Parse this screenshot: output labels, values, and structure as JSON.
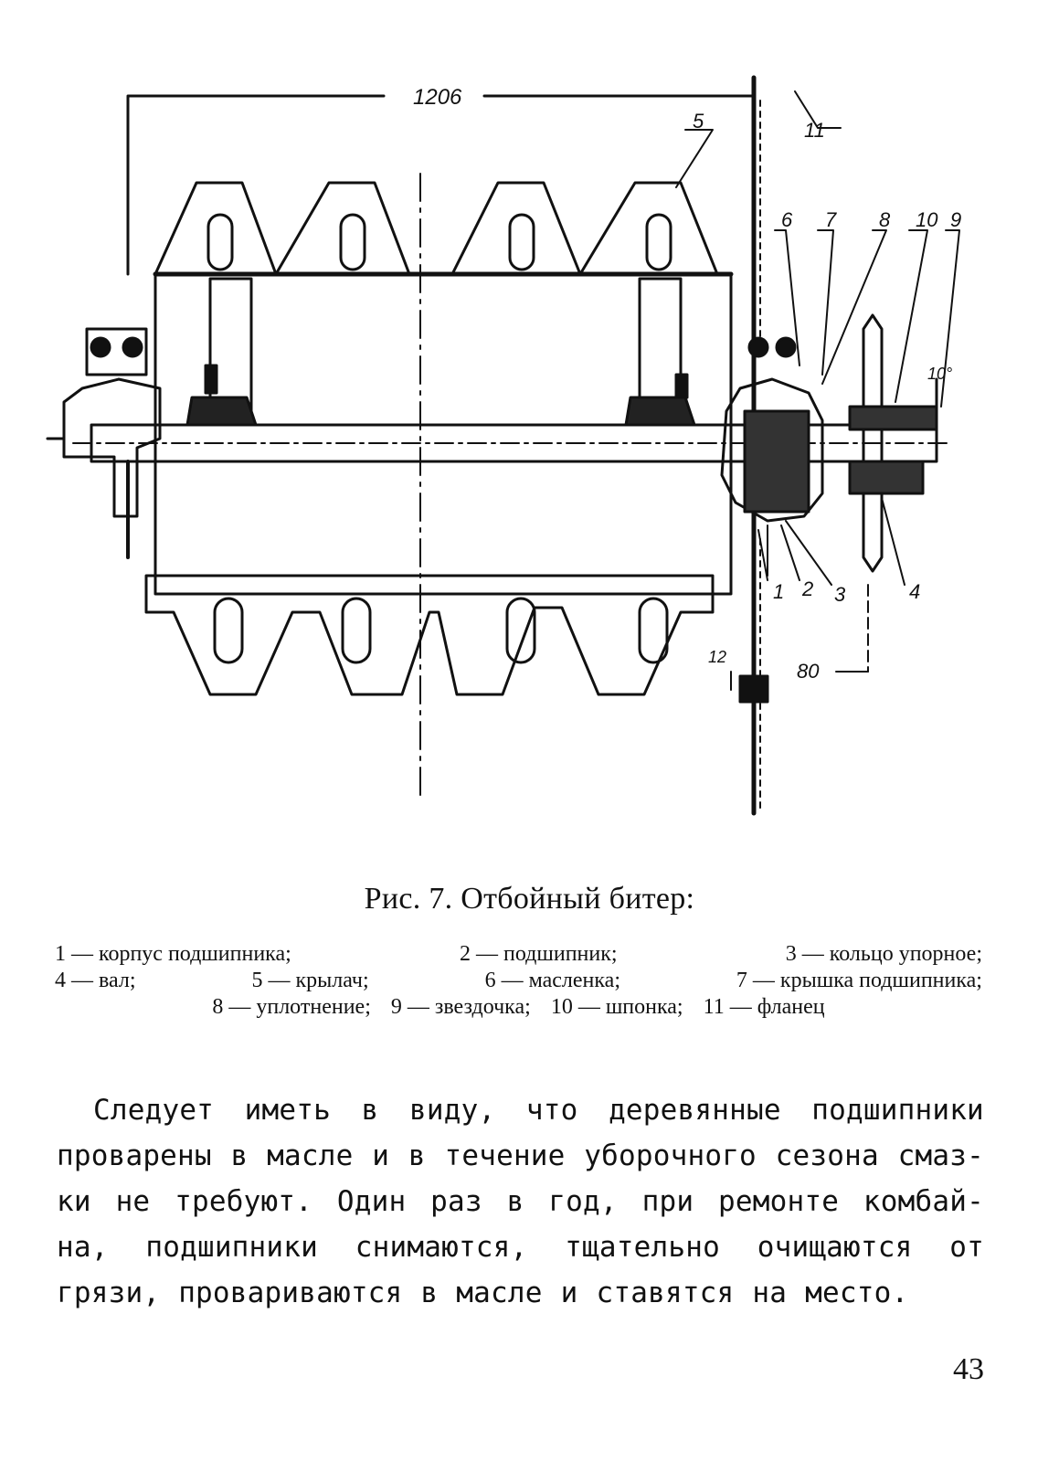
{
  "figure": {
    "dimension_overall": "1206",
    "dimension_flange_gap": "12",
    "dimension_sprocket_offset": "80",
    "dimension_key": "10°",
    "callouts": [
      "1",
      "2",
      "3",
      "4",
      "5",
      "6",
      "7",
      "8",
      "9",
      "10",
      "11"
    ]
  },
  "caption": {
    "title": "Рис. 7. Отбойный битер:",
    "legend_lines": [
      [
        "1 — корпус подшипника;",
        "2 — подшипник;",
        "3 — кольцо упорное;"
      ],
      [
        "4 — вал;",
        "5 — крылач;",
        "6 — масленка;",
        "7 — крышка подшипника;"
      ],
      [
        "8 — уплотнение;",
        "9 — звездочка;",
        "10 — шпонка;",
        "11 — фланец"
      ]
    ]
  },
  "body": {
    "lines": [
      [
        "Следует",
        "иметь",
        "в",
        "виду,",
        "что",
        "деревянные",
        "подшипники"
      ],
      [
        "проварены",
        "в",
        "масле",
        "и",
        "в",
        "течение",
        "уборочного",
        "сезона",
        "смаз-"
      ],
      [
        "ки",
        "не",
        "требуют.",
        "Один",
        "раз",
        "в",
        "год,",
        "при",
        "ремонте",
        "комбай-"
      ],
      [
        "на,",
        "подшипники",
        "снимаются,",
        "тщательно",
        "очищаются",
        "от"
      ],
      [
        "грязи,",
        "провариваются",
        "в",
        "масле",
        "и",
        "ставятся",
        "на",
        "место."
      ]
    ]
  },
  "page_number": "43"
}
